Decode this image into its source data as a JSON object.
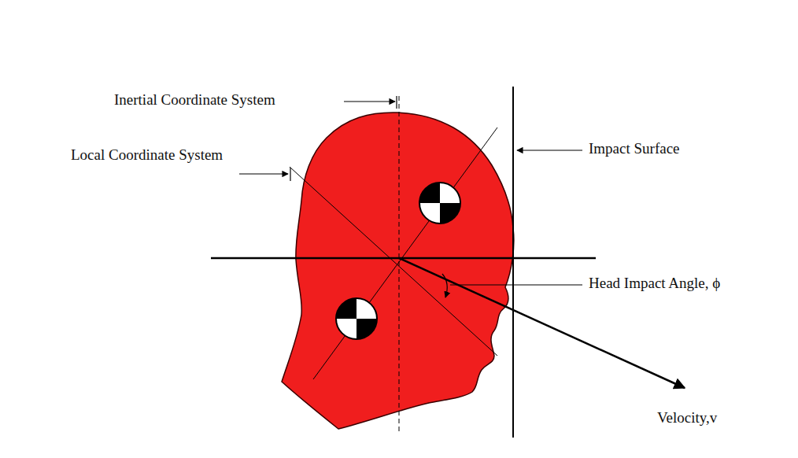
{
  "diagram": {
    "labels": [
      "Inertial Coordinate System",
      "Local Coordinate System",
      "Impact Surface",
      "Head Impact Angle, ϕ",
      "Velocity,v"
    ]
  }
}
